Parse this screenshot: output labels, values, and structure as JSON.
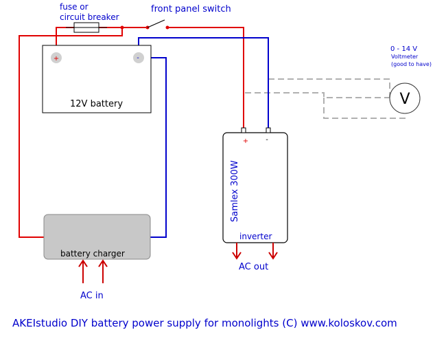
{
  "labels": {
    "fuse_line1": "fuse or",
    "fuse_line2": "circuit breaker",
    "front_switch": "front panel switch",
    "battery": "12V battery",
    "battery_plus": "+",
    "battery_minus": "-",
    "voltmeter_line1": "0 - 14 V",
    "voltmeter_line2": "Voltmeter",
    "voltmeter_line3": "(good to have)",
    "voltmeter_symbol": "V",
    "inverter_plus": "+",
    "inverter_minus": "-",
    "inverter_model": "Samlex 300W",
    "inverter_name": "inverter",
    "charger": "battery charger",
    "ac_out": "AC out",
    "ac_in": "AC in",
    "footer": "AKEIstudio DIY battery power supply for monolights  (C) www.koloskov.com"
  },
  "colors": {
    "positive_wire": "#e00000",
    "negative_wire": "#0000cc",
    "voltmeter_wire": "#b0b0b0",
    "charger_fill": "#c8c8c8",
    "text": "#0000cc",
    "arrow": "#cc0000"
  }
}
